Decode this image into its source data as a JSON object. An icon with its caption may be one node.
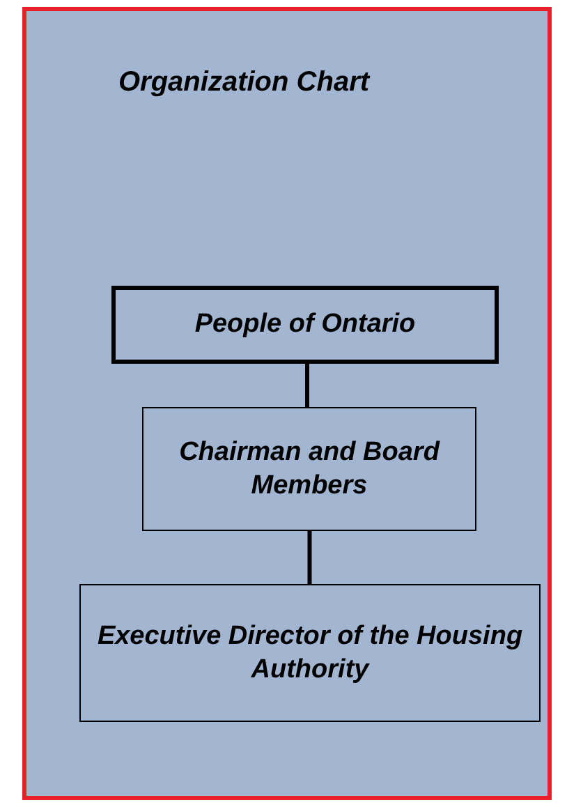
{
  "diagram": {
    "title": "Organization Chart",
    "nodes": [
      {
        "text": [
          "People of Ontario"
        ]
      },
      {
        "text": [
          "Chairman and Board Members"
        ]
      },
      {
        "text": [
          "Executive Director of the Housing Authority"
        ]
      }
    ],
    "edges": [
      {
        "from": 0,
        "to": 1,
        "arrow": "none"
      },
      {
        "from": 1,
        "to": 2,
        "arrow": "none"
      }
    ]
  }
}
